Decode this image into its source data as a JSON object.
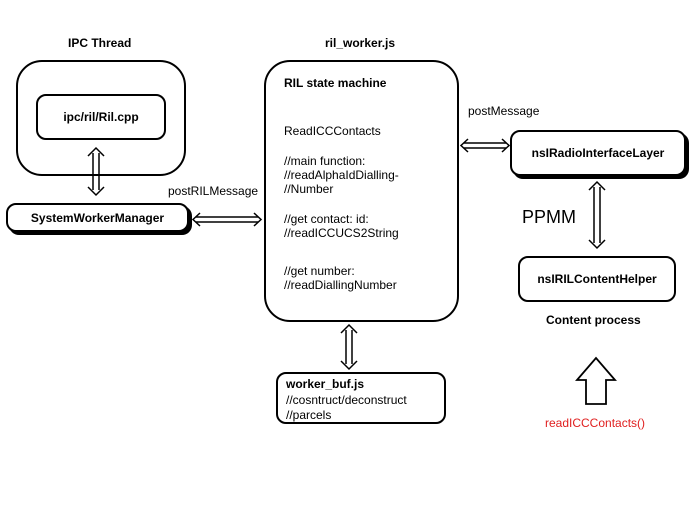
{
  "ipc": {
    "title": "IPC Thread",
    "inner_box": "ipc/ril/Ril.cpp"
  },
  "worker": {
    "title": "ril_worker.js",
    "heading": "RIL state machine",
    "line1": "ReadICCContacts",
    "main_comment": "//main function:\n//readAlphaIdDialling-\n//Number",
    "contact_comment": "//get contact: id:\n//readICCUCS2String",
    "number_comment": "//get number:\n//readDiallingNumber"
  },
  "system_worker_manager": "SystemWorkerManager",
  "post_ril_message": "postRILMessage",
  "post_message": "postMessage",
  "radio_interface": "nsIRadioInterfaceLayer",
  "ppmm": "PPMM",
  "content_helper": "nsIRILContentHelper",
  "content_process": "Content process",
  "worker_buf": {
    "title": "worker_buf.js",
    "line1": "//cosntruct/deconstruct",
    "line2": "//parcels"
  },
  "read_icc_call": {
    "text": "readICCContacts()",
    "color": "#e02020"
  }
}
